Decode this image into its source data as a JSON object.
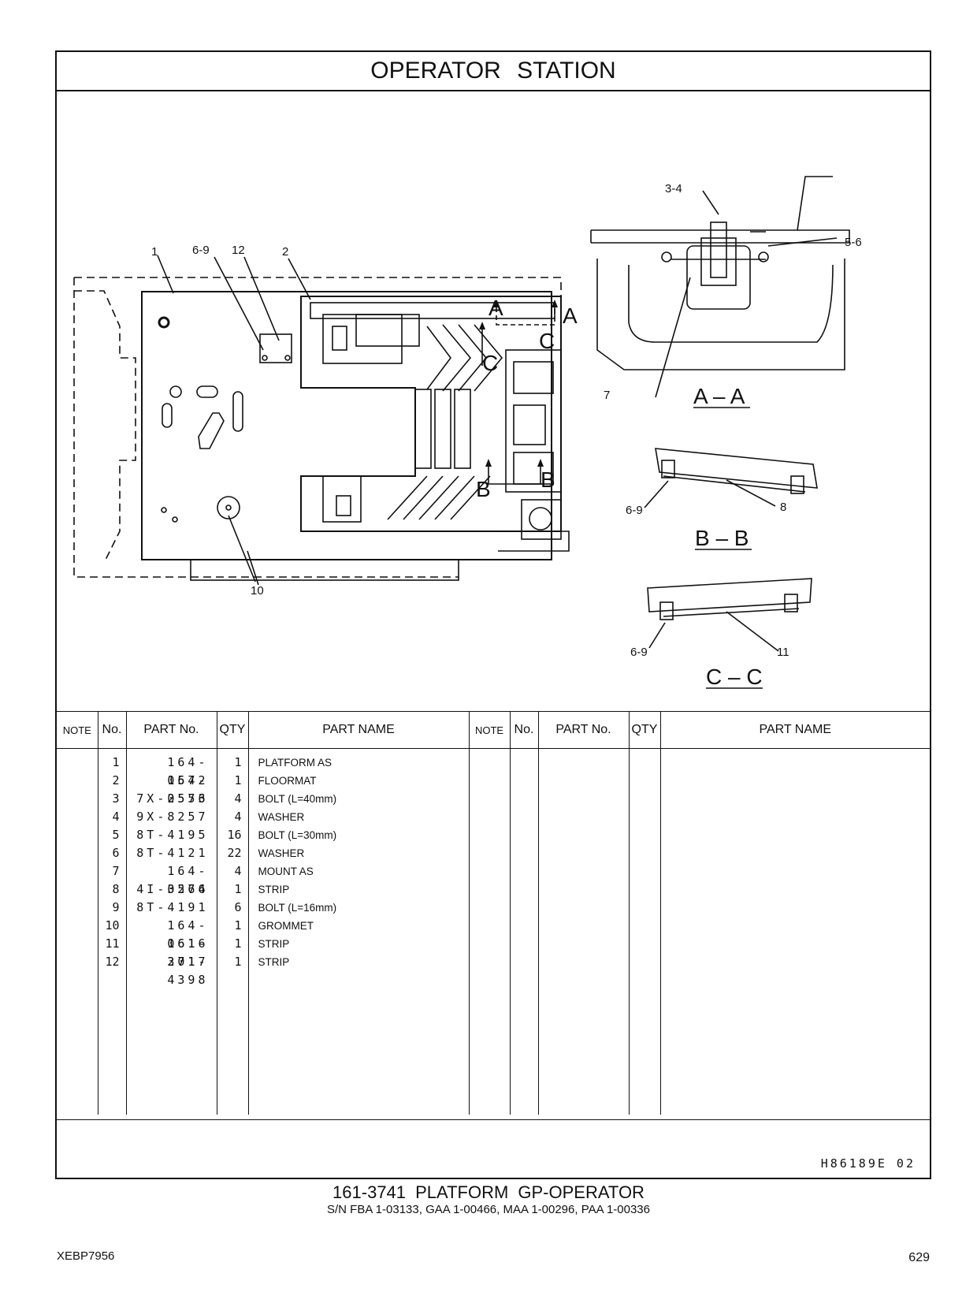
{
  "title": "OPERATOR   STATION",
  "callouts": {
    "c1": "1",
    "c69a": "6-9",
    "c12": "12",
    "c2": "2",
    "c10": "10",
    "c34": "3-4",
    "c56": "5-6",
    "c7": "7",
    "c69b": "6-9",
    "c8": "8",
    "c69c": "6-9",
    "c11": "11",
    "secA": "A",
    "secB": "B",
    "secC": "C"
  },
  "sections": {
    "aa": "A – A",
    "bb": "B – B",
    "cc": "C – C"
  },
  "table": {
    "headers": {
      "note": "NOTE",
      "no": "No.",
      "part_no": "PART No.",
      "qty": "QTY",
      "part_name": "PART NAME"
    },
    "rows": [
      {
        "no": "1",
        "part_no": "164-0572",
        "qty": "1",
        "name": "PLATFORM  AS"
      },
      {
        "no": "2",
        "part_no": "164-0576",
        "qty": "1",
        "name": "FLOORMAT"
      },
      {
        "no": "3",
        "part_no": "7X-2553",
        "qty": "4",
        "name": "BOLT (L=40mm)"
      },
      {
        "no": "4",
        "part_no": "9X-8257",
        "qty": "4",
        "name": "WASHER"
      },
      {
        "no": "5",
        "part_no": "8T-4195",
        "qty": "16",
        "name": "BOLT (L=30mm)"
      },
      {
        "no": "6",
        "part_no": "8T-4121",
        "qty": "22",
        "name": "WASHER"
      },
      {
        "no": "7",
        "part_no": "164-0574",
        "qty": "4",
        "name": "MOUNT  AS"
      },
      {
        "no": "8",
        "part_no": "4I-3266",
        "qty": "1",
        "name": "STRIP"
      },
      {
        "no": "9",
        "part_no": "8T-4191",
        "qty": "6",
        "name": "BOLT (L=16mm)"
      },
      {
        "no": "10",
        "part_no": "164-0616",
        "qty": "1",
        "name": "GROMMET"
      },
      {
        "no": "11",
        "part_no": "161-3717",
        "qty": "1",
        "name": "STRIP"
      },
      {
        "no": "12",
        "part_no": "201-4398",
        "qty": "1",
        "name": "STRIP"
      }
    ]
  },
  "drawing_code": "H86189E   02",
  "group_title": "161-3741   PLATFORM  GP-OPERATOR",
  "serials": "S/N FBA 1-03133, GAA 1-00466, MAA 1-00296, PAA 1-00336",
  "doc_id": "XEBP7956",
  "page_number": "629"
}
